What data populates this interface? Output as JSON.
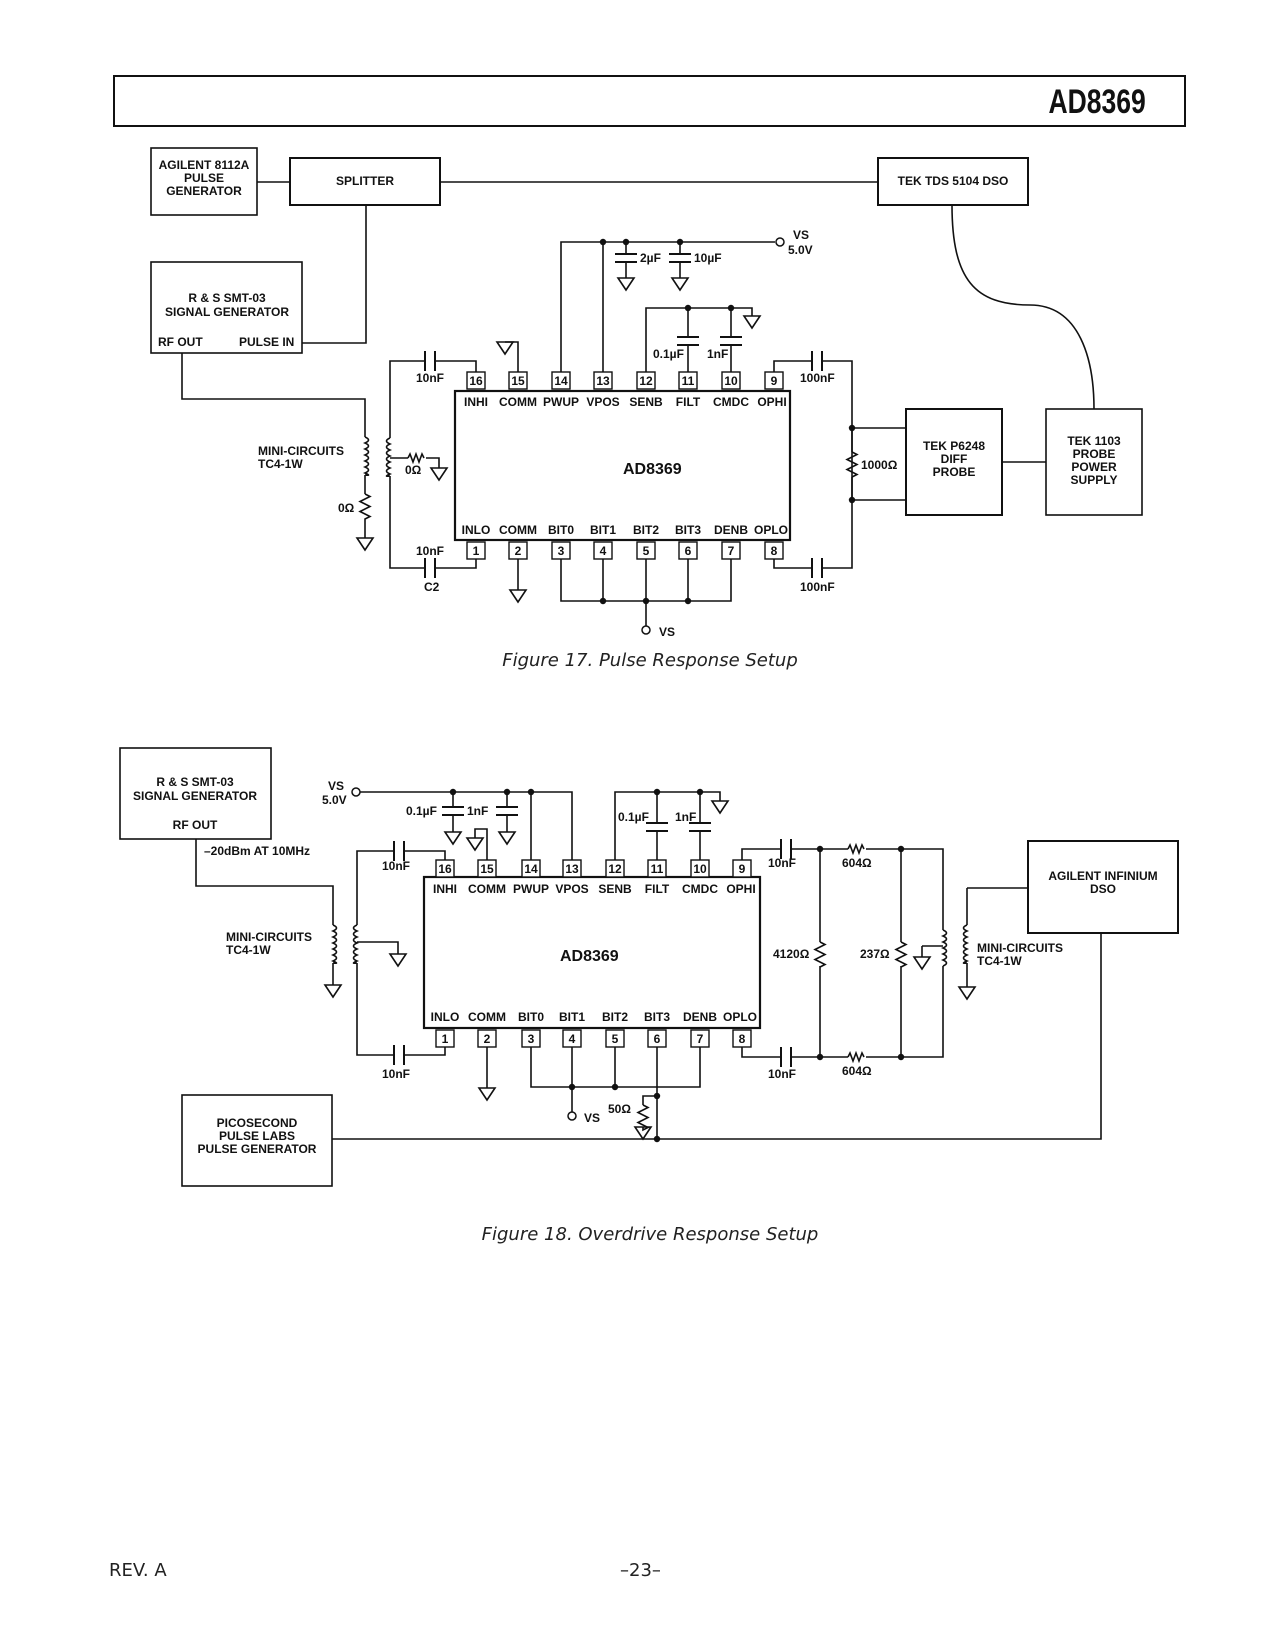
{
  "header": {
    "part_number": "AD8369"
  },
  "figure17": {
    "caption": "Figure 17.  Pulse Response Setup",
    "pulse_gen": [
      "AGILENT 8112A",
      "PULSE",
      "GENERATOR"
    ],
    "splitter": "SPLITTER",
    "scope": "TEK TDS 5104 DSO",
    "sig_gen": [
      "R & S SMT-03",
      "SIGNAL GENERATOR"
    ],
    "rf_out": "RF OUT",
    "pulse_in": "PULSE IN",
    "balun": [
      "MINI-CIRCUITS",
      "TC4-1W"
    ],
    "r_0a": "0Ω",
    "r_0b": "0Ω",
    "c_2u": "2µF",
    "c_10u": "10µF",
    "c_01u": "0.1µF",
    "c_1n": "1nF",
    "c_in_top": "10nF",
    "c_in_bot": "10nF",
    "c2_label": "C2",
    "c_out_top": "100nF",
    "c_out_bot": "100nF",
    "r_load": "1000Ω",
    "diff_probe": [
      "TEK P6248",
      "DIFF",
      "PROBE"
    ],
    "probe_supply": [
      "TEK 1103",
      "PROBE",
      "POWER",
      "SUPPLY"
    ],
    "vs_label": "VS",
    "vs_value": "5.0V",
    "vs_bottom": "VS",
    "chip_name": "AD8369"
  },
  "figure18": {
    "caption": "Figure 18.  Overdrive Response Setup",
    "sig_gen": [
      "R & S SMT-03",
      "SIGNAL GENERATOR"
    ],
    "rf_out": "RF OUT",
    "level": "–20dBm AT 10MHz",
    "balun_in": [
      "MINI-CIRCUITS",
      "TC4-1W"
    ],
    "balun_out": [
      "MINI-CIRCUITS",
      "TC4-1W"
    ],
    "vs_label": "VS",
    "vs_value": "5.0V",
    "c_01u_a": "0.1µF",
    "c_1n_a": "1nF",
    "c_01u_b": "0.1µF",
    "c_1n_b": "1nF",
    "c_in_top": "10nF",
    "c_in_bot": "10nF",
    "c_out_top": "10nF",
    "c_out_bot": "10nF",
    "r_604_top": "604Ω",
    "r_604_bot": "604Ω",
    "r_4120": "4120Ω",
    "r_237": "237Ω",
    "r_50": "50Ω",
    "vs_bottom": "VS",
    "dso": [
      "AGILENT INFINIUM",
      "DSO"
    ],
    "pico": [
      "PICOSECOND",
      "PULSE LABS",
      "PULSE GENERATOR"
    ],
    "chip_name": "AD8369"
  },
  "chip_pins_top": [
    {
      "num": "16",
      "name": "INHI"
    },
    {
      "num": "15",
      "name": "COMM"
    },
    {
      "num": "14",
      "name": "PWUP"
    },
    {
      "num": "13",
      "name": "VPOS"
    },
    {
      "num": "12",
      "name": "SENB"
    },
    {
      "num": "11",
      "name": "FILT"
    },
    {
      "num": "10",
      "name": "CMDC"
    },
    {
      "num": "9",
      "name": "OPHI"
    }
  ],
  "chip_pins_bottom": [
    {
      "num": "1",
      "name": "INLO"
    },
    {
      "num": "2",
      "name": "COMM"
    },
    {
      "num": "3",
      "name": "BIT0"
    },
    {
      "num": "4",
      "name": "BIT1"
    },
    {
      "num": "5",
      "name": "BIT2"
    },
    {
      "num": "6",
      "name": "BIT3"
    },
    {
      "num": "7",
      "name": "DENB"
    },
    {
      "num": "8",
      "name": "OPLO"
    }
  ],
  "footer": {
    "revision": "REV. A",
    "page_number": "–23–"
  }
}
